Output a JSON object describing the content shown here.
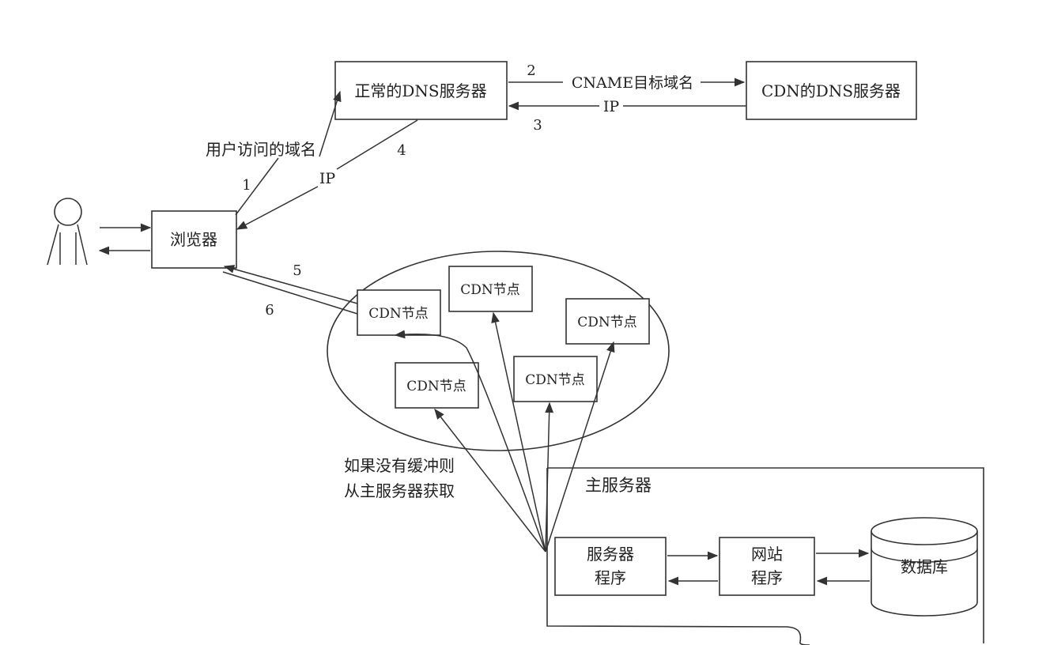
{
  "nodes": {
    "normal_dns": "正常的DNS服务器",
    "cdn_dns": "CDN的DNS服务器",
    "browser": "浏览器",
    "cdn_node": "CDN节点",
    "main_server": "主服务器",
    "server_program_line1": "服务器",
    "server_program_line2": "程序",
    "website_line1": "网站",
    "website_line2": "程序",
    "database": "数据库"
  },
  "edges": {
    "cname": "CNAME目标域名",
    "ip_return": "IP",
    "user_domain": "用户访问的域名",
    "ip_to_browser": "IP",
    "no_cache_line1": "如果没有缓冲则",
    "no_cache_line2": "从主服务器获取"
  },
  "steps": [
    "1",
    "2",
    "3",
    "4",
    "5",
    "6"
  ]
}
